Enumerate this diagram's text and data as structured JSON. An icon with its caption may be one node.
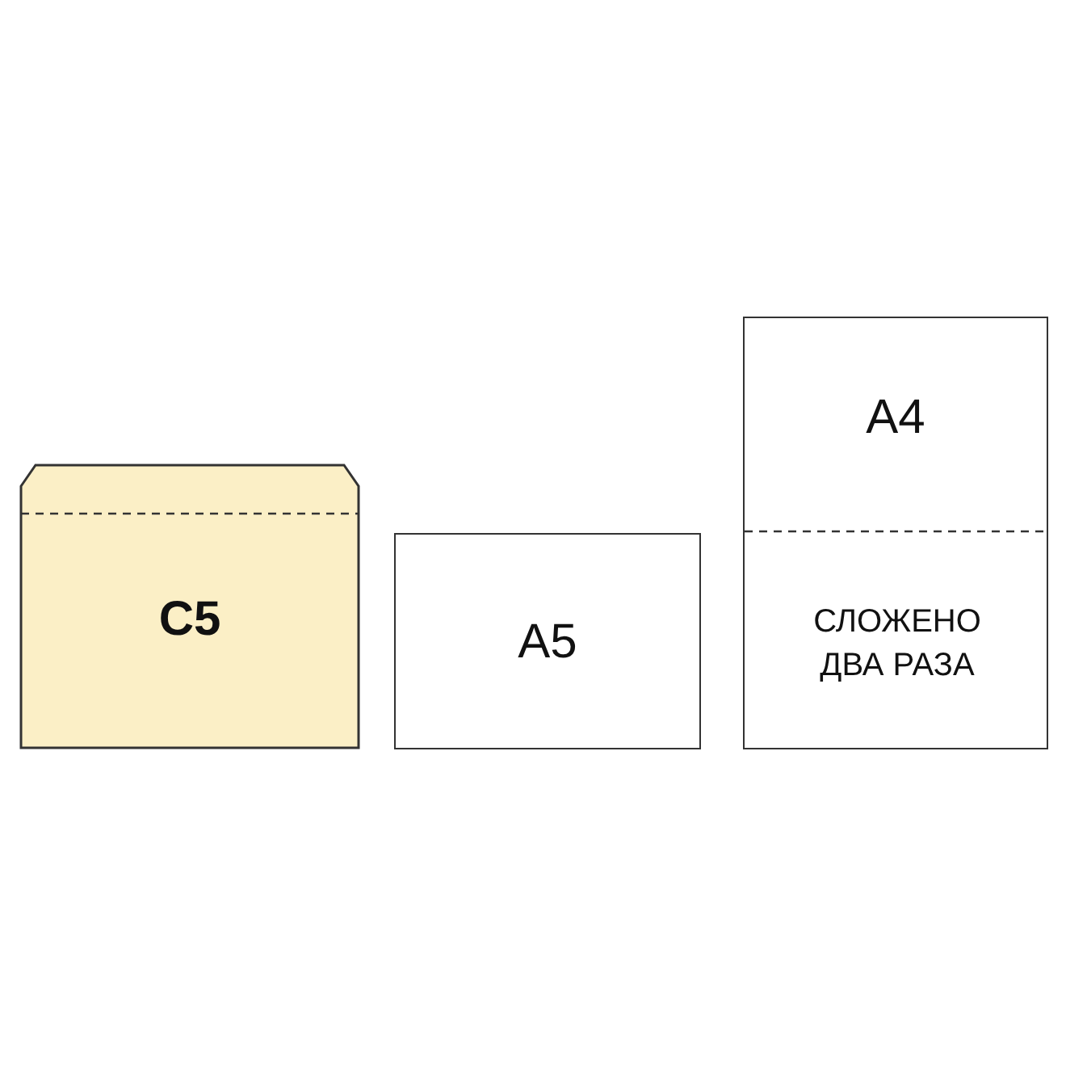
{
  "diagram": {
    "nodes": [
      {
        "text": [
          "C5"
        ]
      },
      {
        "text": [
          "A5"
        ]
      },
      {
        "text": [
          "A4",
          "СЛОЖЕНО ДВА РАЗА"
        ]
      }
    ]
  }
}
